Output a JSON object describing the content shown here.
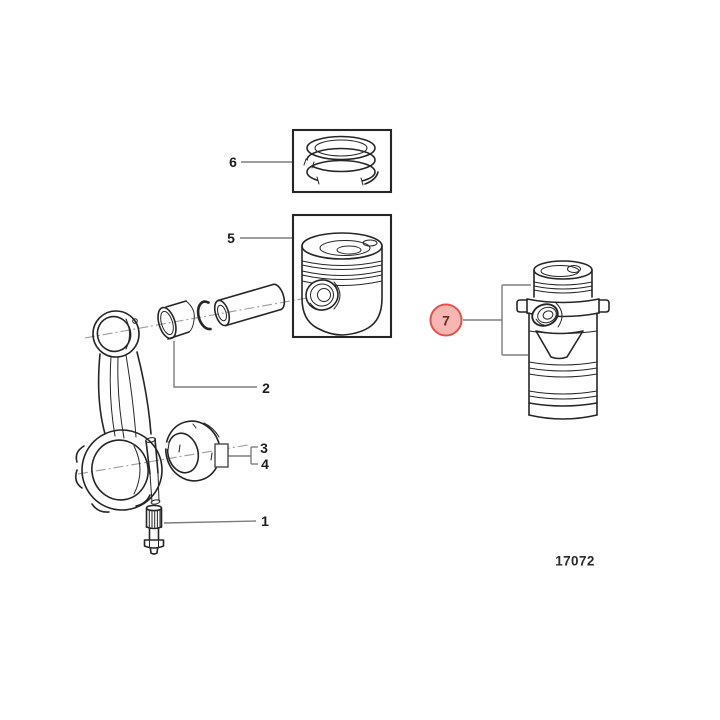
{
  "figure": {
    "number": "17072"
  },
  "callouts": [
    {
      "id": "1",
      "part": "connecting-rod-bolt",
      "highlighted": false
    },
    {
      "id": "2",
      "part": "piston-pin-circlip-bushing",
      "highlighted": false
    },
    {
      "id": "3",
      "part": "big-end-bearing-upper-shell",
      "highlighted": false
    },
    {
      "id": "4",
      "part": "big-end-bearing-lower-shell",
      "highlighted": false
    },
    {
      "id": "5",
      "part": "piston",
      "highlighted": false
    },
    {
      "id": "6",
      "part": "piston-ring-kit",
      "highlighted": false
    },
    {
      "id": "7",
      "part": "cylinder-liner-with-piston",
      "highlighted": true
    }
  ],
  "colors": {
    "background": "#ffffff",
    "line": "#262626",
    "leader": "#7e7e7e",
    "axis": "#9c9c9c",
    "label_text": "#1d1d1d",
    "figure_text": "#2b2b2b",
    "highlight_fill": "#f8b6b2",
    "highlight_border": "#e0524d",
    "highlight_text": "#5e2e2b"
  }
}
